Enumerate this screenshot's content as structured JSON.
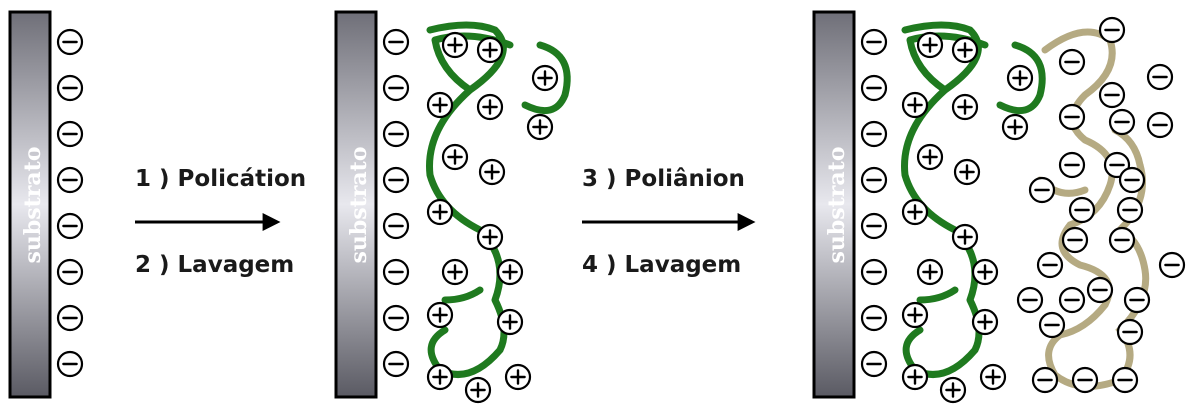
{
  "colors": {
    "polycation_chain": "#1f7a1f",
    "polyanion_chain": "#b5aa82",
    "substrate_top": "#6f6f78",
    "substrate_mid": "#e8e8ee",
    "substrate_bottom": "#5a5a63"
  },
  "panels": [
    {
      "substrate_label": "substrato",
      "layers": []
    },
    {
      "substrate_label": "substrato",
      "layers": [
        "polycation"
      ]
    },
    {
      "substrate_label": "substrato",
      "layers": [
        "polycation",
        "polyanion"
      ]
    }
  ],
  "arrows": [
    {
      "step_top": "1 ) Policátion",
      "step_bottom": "2 ) Lavagem"
    },
    {
      "step_top": "3 ) Poliânion",
      "step_bottom": "4 ) Lavagem"
    }
  ],
  "icons": {
    "negative_charge": "minus-circle",
    "positive_charge": "plus-circle"
  }
}
